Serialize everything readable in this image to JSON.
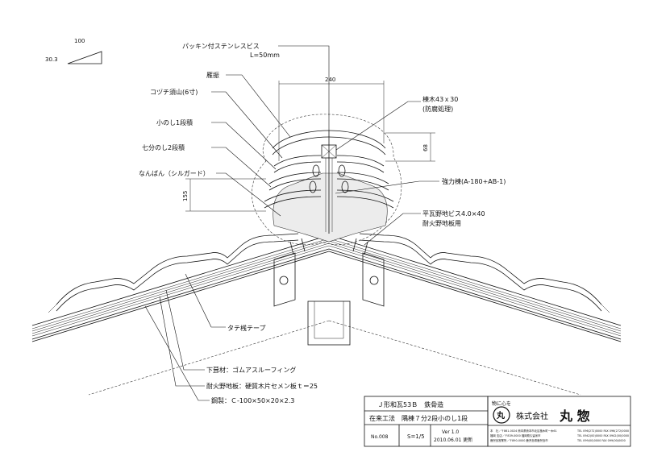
{
  "slope": {
    "run": "100",
    "rise": "30.3"
  },
  "callouts": {
    "screw": "パッキン付ステンレスビス",
    "screw_len": "L=50mm",
    "gangiri": "雁振",
    "kozuchi": "コヅチ須山(6寸)",
    "konoshi": "小のし1段積",
    "shichibu": "七分のし2段積",
    "nanban": "なんばん（シルガード）",
    "munagi": "棟木43ｘ30",
    "munagi_note": "(防腐処理)",
    "kyoryoku": "強力棟(A-180+AB-1)",
    "hiragawara_screw": "平瓦野地ビス4.0×40",
    "hiragawara_note": "耐火野地板用",
    "tape": "タテ桟テープ",
    "shitabuki": "下葺材：ゴムアスルーフィング",
    "nojiita": "耐火野地板：硬質木片セメン板ｔ＝25",
    "kouzai": "鋼製：Ｃ-100×50×20×2.3"
  },
  "dimensions": {
    "width": "240",
    "height_right": "68",
    "height_left": "155"
  },
  "title_block": {
    "row1": "Ｊ形和瓦53Ｂ　鉄骨造",
    "row2": "在来工法　隅棟７分2段小のし1段",
    "no_label": "No.008",
    "scale": "S=1/5",
    "ver": "Ver 1.0",
    "date": "2010.06.01 更新",
    "slogan": "物に心を",
    "logo_char": "丸",
    "company": "株式会社",
    "company_name": "丸 惣",
    "addresses": [
      "本　社／〒861-0024 熊本県熊本市北区植木町一木61",
      "福岡 支店／〒839-0000 福岡県久留米市",
      "鹿児島営業所／〒890-0000 鹿児島県鹿児島市"
    ],
    "phones": [
      "TEL 096(272)0000 FAX 096(272)0000",
      "TEL 0942(00)0000 FAX 0942(00)0000",
      "TEL 099(00)0000 FAX 099(00)0000"
    ]
  }
}
